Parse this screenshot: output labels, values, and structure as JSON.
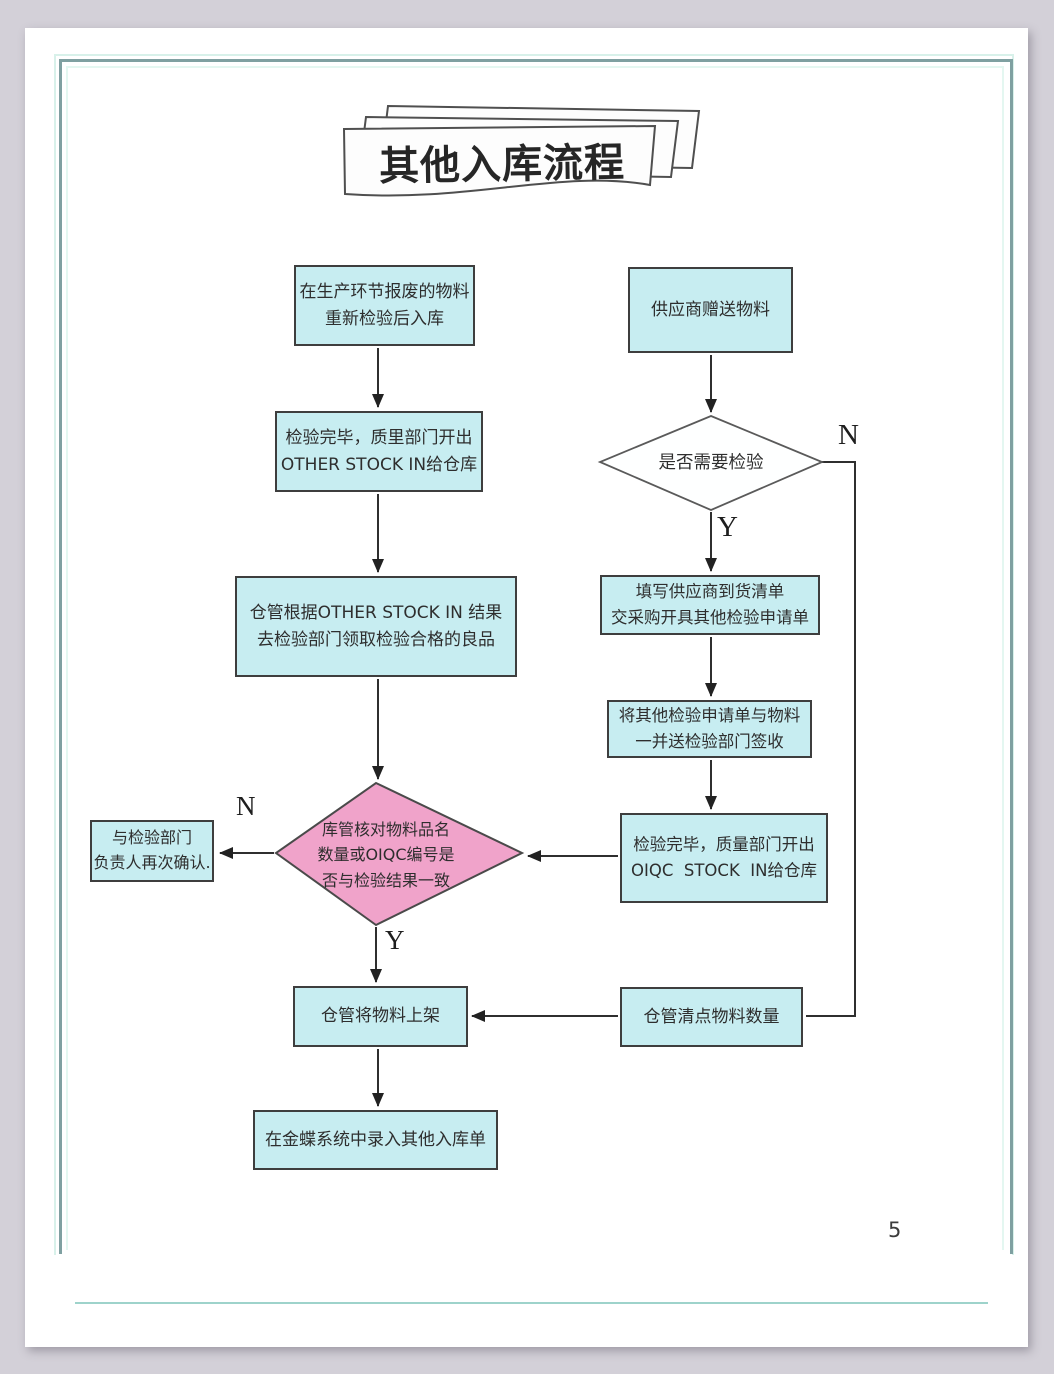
{
  "page": {
    "title": "其他入库流程",
    "page_number": "5"
  },
  "labels": {
    "no_left": "N",
    "yes_left": "Y",
    "yes_right": "Y",
    "no_right": "N"
  },
  "nodes": {
    "scrap_material": {
      "type": "process",
      "lines": [
        "在生产环节报废的物料",
        "重新检验后入库"
      ]
    },
    "other_stock_in_issued": {
      "type": "process",
      "lines": [
        "检验完毕，质里部门开出",
        "OTHER STOCK IN给仓库"
      ]
    },
    "collect_good_items": {
      "type": "process",
      "lines": [
        "仓管根据OTHER STOCK IN 结果",
        "去检验部门领取检验合格的良品"
      ]
    },
    "verify_match": {
      "type": "decision",
      "lines": [
        "库管核对物料品名",
        "数量或OIQC编号是",
        "否与检验结果一致"
      ]
    },
    "reconfirm": {
      "type": "process",
      "lines": [
        "与检验部门",
        "负责人再次确认."
      ]
    },
    "shelve": {
      "type": "process",
      "lines": [
        "仓管将物料上架"
      ]
    },
    "kingdee_entry": {
      "type": "process",
      "lines": [
        "在金蝶系统中录入其他入库单"
      ]
    },
    "supplier_gift": {
      "type": "process",
      "lines": [
        "供应商赠送物料"
      ]
    },
    "need_inspection": {
      "type": "decision",
      "lines": [
        "是否需要检验"
      ]
    },
    "fill_delivery_list": {
      "type": "process",
      "lines": [
        "填写供应商到货清单",
        "交采购开具其他检验申请单"
      ]
    },
    "send_to_inspection": {
      "type": "process",
      "lines": [
        "将其他检验申请单与物料",
        "一并送检验部门签收"
      ]
    },
    "oiqc_stock_in_issued": {
      "type": "process",
      "lines": [
        "检验完毕，质量部门开出",
        "OIQC  STOCK  IN给仓库"
      ]
    },
    "count_material": {
      "type": "process",
      "lines": [
        "仓管清点物料数量"
      ]
    }
  },
  "colors": {
    "process_fill": "#c7edf1",
    "decision_pink_fill": "#f0a3ca",
    "node_border": "#3e3e3e",
    "connector": "#2f2f2f",
    "frame_teal": "#7fa0a1",
    "frame_mint": "#d8f1ea",
    "page_background": "#ffffff",
    "outer_background": "#d3d0d8"
  }
}
